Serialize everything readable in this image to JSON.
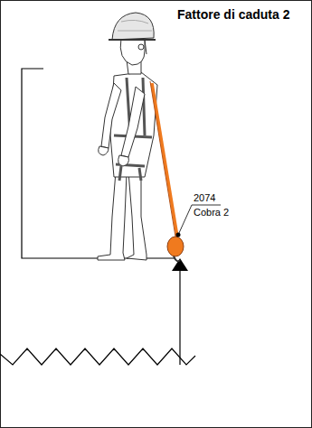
{
  "diagram": {
    "title": "Fattore di caduta 2",
    "labels": [
      "2074",
      "Cobra 2"
    ]
  }
}
